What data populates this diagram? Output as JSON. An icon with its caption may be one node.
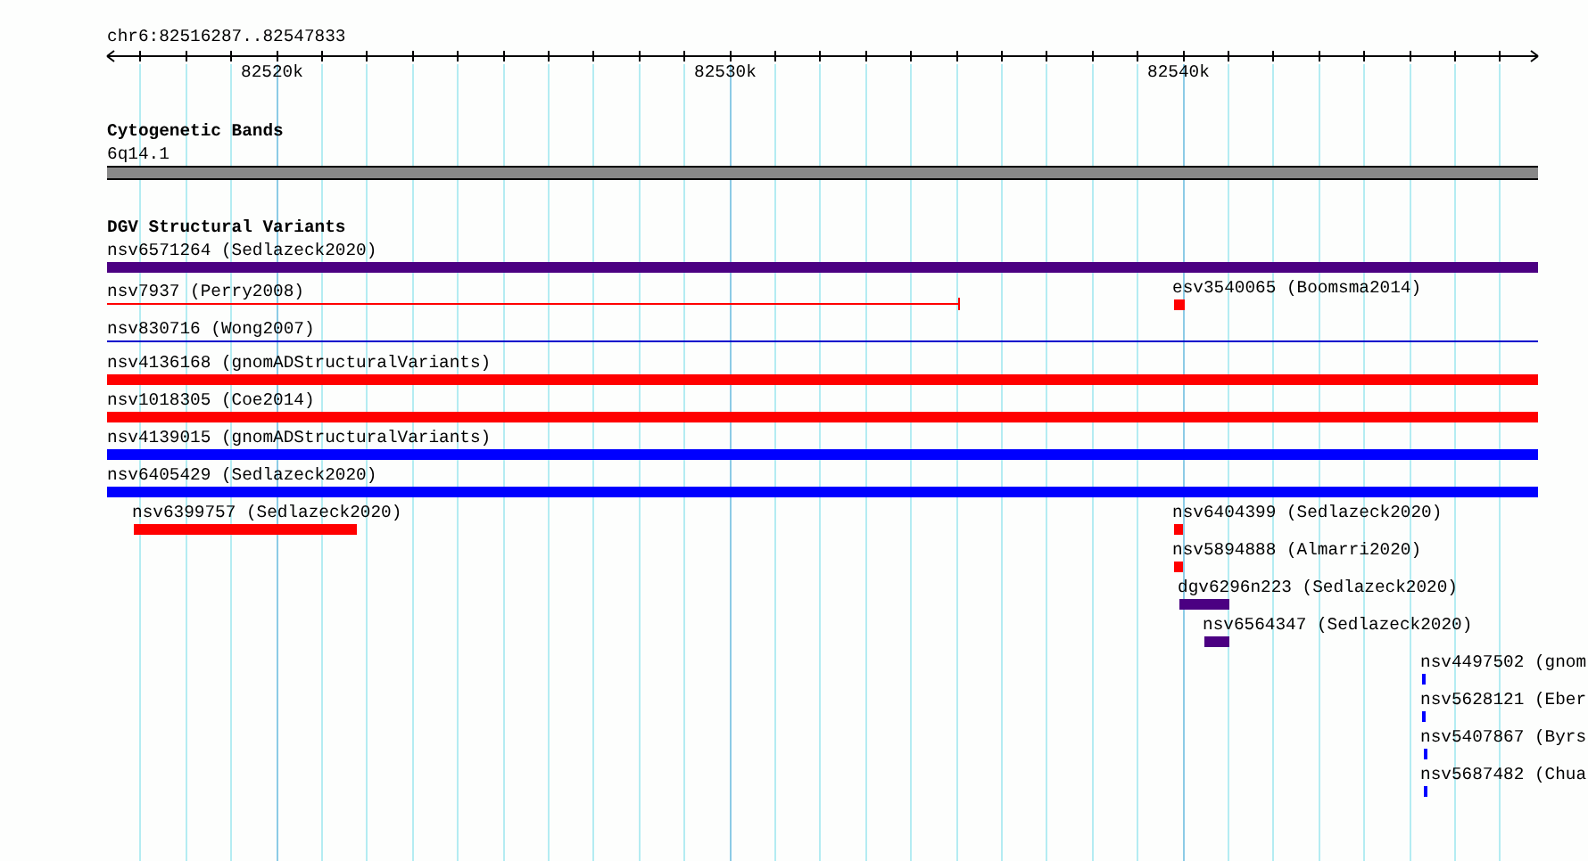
{
  "diagram": {
    "title": "chr6:82516287..82547833",
    "nodes": [
      {
        "text": [
          "6q14.1"
        ]
      },
      {
        "text": [
          "nsv6571264 (Sedlazeck2020)"
        ]
      },
      {
        "text": [
          "nsv7937 (Perry2008)"
        ]
      },
      {
        "text": [
          "esv3540065 (Boomsma2014)"
        ]
      },
      {
        "text": [
          "nsv830716 (Wong2007)"
        ]
      },
      {
        "text": [
          "nsv4136168 (gnomADStructuralVariants)"
        ]
      },
      {
        "text": [
          "nsv1018305 (Coe2014)"
        ]
      },
      {
        "text": [
          "nsv4139015 (gnomADStructuralVariants)"
        ]
      },
      {
        "text": [
          "nsv6405429 (Sedlazeck2020)"
        ]
      },
      {
        "text": [
          "nsv6399757 (Sedlazeck2020)"
        ]
      },
      {
        "text": [
          "nsv6404399 (Sedlazeck2020)"
        ]
      },
      {
        "text": [
          "nsv5894888 (Almarri2020)"
        ]
      },
      {
        "text": [
          "dgv6296n223 (Sedlazeck2020)"
        ]
      },
      {
        "text": [
          "nsv6564347 (Sedlazeck2020)"
        ]
      },
      {
        "text": [
          "nsv4497502 (gnom"
        ]
      },
      {
        "text": [
          "nsv5628121 (Eber"
        ]
      },
      {
        "text": [
          "nsv5407867 (Byrs"
        ]
      },
      {
        "text": [
          "nsv5687482 (Chua"
        ]
      }
    ],
    "edges": [],
    "labels": [
      "82520k",
      "82530k",
      "82540k",
      "Cytogenetic Bands",
      "DGV Structural Variants"
    ]
  }
}
